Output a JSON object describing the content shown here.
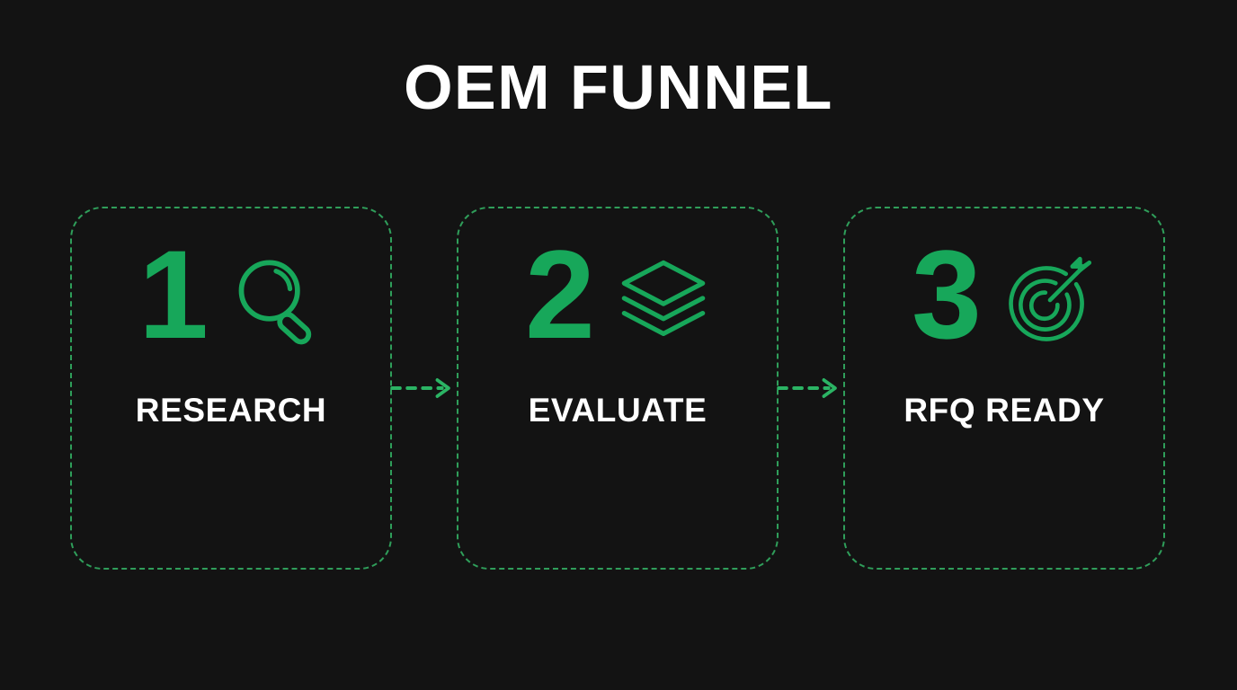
{
  "page": {
    "title": "OEM FUNNEL",
    "background_color": "#131313"
  },
  "theme": {
    "accent_green": "#17a75a",
    "border_green": "#2f9e5a",
    "label_white": "#ffffff"
  },
  "funnel": {
    "steps": [
      {
        "number": "1",
        "label": "RESEARCH",
        "icon": "magnifier-icon"
      },
      {
        "number": "2",
        "label": "EVALUATE",
        "icon": "layers-icon"
      },
      {
        "number": "3",
        "label": "RFQ READY",
        "icon": "target-arrow-icon"
      }
    ],
    "connectors": [
      {
        "icon": "dashed-arrow-right-icon"
      },
      {
        "icon": "dashed-arrow-right-icon"
      }
    ]
  }
}
